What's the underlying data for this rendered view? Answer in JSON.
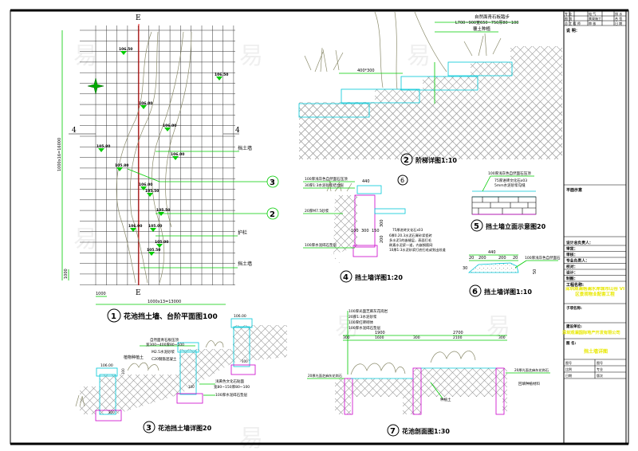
{
  "title_block": {
    "header_rows": [
      [
        "专 业",
        "电 气",
        "排 水"
      ],
      [
        "图 别",
        "景观施工",
        "合 签"
      ],
      [
        "总 工 程 师",
        "审 核",
        "日 期"
      ]
    ],
    "notes_label": "说 明：",
    "key_plan_label": "平面示意",
    "roles": [
      "设计总负责人：",
      "审定：",
      "审核：",
      "专业负责人：",
      "校对：",
      "设计：",
      "制图："
    ],
    "project_name_label": "工程名称:",
    "project_name": "深圳观澜格澜水岸城市山谷 VI区景观物业配套工程",
    "subproject_label": "子项名称:",
    "client_label": "建设单位:",
    "client_name": "深圳观澜国际地产开发有限公司",
    "drawing_label": "图 名:",
    "drawing_name": "挡土墙详图",
    "footer_fields": [
      "图号",
      "比例",
      "日期",
      "图号",
      "专业",
      "版次"
    ]
  },
  "plan": {
    "title": "花池挡土墙、台阶平面图100",
    "number": "1",
    "axis_e": "E",
    "axis_4": "4",
    "grid_dim": "1000",
    "total_dim": "1000x13=13000",
    "vert_dim": "1000x16=16000",
    "labels": [
      "挡土墙",
      "护栏",
      "挡土墙"
    ],
    "section_refs": [
      "3",
      "2"
    ],
    "elevations": [
      "106.50",
      "106.50",
      "106.00",
      "106.00",
      "105.80",
      "106.00",
      "105.80",
      "106.00",
      "105.50",
      "105.50",
      "106.00",
      "105.00",
      "105.00",
      "105.50"
    ]
  },
  "detail2": {
    "number": "2",
    "title": "阶梯详图1:10",
    "notes": [
      "自然面青石板踏步",
      "L700~900宽650~750厚80~100",
      "覆土种植",
      "400*300"
    ]
  },
  "detail3": {
    "number": "3",
    "title": "花池挡土墙详图20",
    "notes": [
      "自然面青石板压顶",
      "宽300~400厚80~100",
      "M2.5水泥砂浆",
      "C20钢筋混凝土",
      "植物种植土",
      "浅黄色文化石贴面",
      "宽80~150厚80~100",
      "100厚水泥碎石垫层"
    ],
    "elevations": [
      "106.00",
      "106.00"
    ],
    "dims": [
      "300",
      "100",
      "100",
      "100"
    ]
  },
  "detail4": {
    "number": "4",
    "title": "挡土墙详图1:20",
    "notes": [
      "100厚浅灰色自然面石压顶",
      "30厚1:3水泥砂浆结合层",
      "20厚M7.5砂浆",
      "75厚进砖文化石x03",
      "6厚0.20.3水泥石膏砂浆瓷砖",
      "多水泥1的嵌缝层，表面打毛",
      "刷素水泥浆一道，内嵌钢筋网",
      "10厚1:3水泥砂浆打底扫毛或划出纹道",
      "100厚水泥碎石垫层"
    ],
    "dims": [
      "440",
      "100",
      "300",
      "150",
      "300",
      "200"
    ],
    "ref": "6"
  },
  "detail5": {
    "number": "5",
    "title": "挡土墙立面示意图20",
    "notes": [
      "100厚浅灰色自然面石压顶",
      "75厚进砖文化石x03",
      "5mm水泥砂浆勾缝"
    ]
  },
  "detail6": {
    "number": "6",
    "title": "挡土墙详图1:10",
    "notes": [
      "100厚浅灰色自然面石"
    ],
    "dims": [
      "440",
      "20",
      "200",
      "200",
      "20",
      "30",
      "50"
    ]
  },
  "detail7": {
    "number": "7",
    "title": "花池剖面图1:30",
    "notes": [
      "100厚光面芝麻灰花岗岩",
      "20厚1:3水泥砂浆",
      "100厚红砖砌体",
      "100厚水泥碎石垫层",
      "20厚光面芝麻灰花岗石",
      "20厚光面芝麻灰花岗石",
      "回填种植材料",
      "种植土"
    ],
    "dims": [
      "1900",
      "2700",
      "300",
      "1600",
      "300",
      "2100",
      "300"
    ]
  },
  "watermark": "易"
}
